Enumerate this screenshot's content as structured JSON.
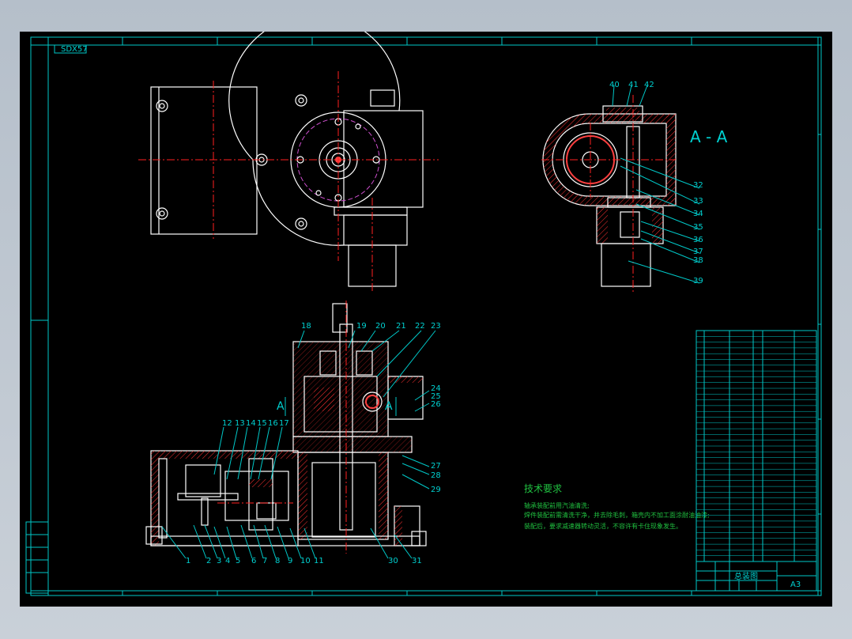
{
  "drawing": {
    "section_label": "A - A",
    "section_mark_left": "A",
    "section_mark_right": "A",
    "tech_title": "技术要求",
    "tech_lines": [
      "轴承装配前用汽油清洗;",
      "焊件装配前需清洗干净，并去除毛刺，箱壳内不加工面涂耐油油漆;",
      "装配后，要求减速器转动灵活，不容许有卡住现象发生。"
    ],
    "part_numbers_right": [
      "32",
      "33",
      "34",
      "35",
      "36",
      "37",
      "38",
      "39"
    ],
    "part_numbers_top_right": [
      "40",
      "41",
      "42"
    ],
    "part_numbers_bottom": [
      "1",
      "2",
      "3",
      "4",
      "5",
      "6",
      "7",
      "8",
      "9",
      "10",
      "11",
      "30",
      "31"
    ],
    "part_numbers_section_top": [
      "18",
      "19",
      "20",
      "21",
      "22",
      "23"
    ],
    "part_numbers_section_left": [
      "12",
      "13",
      "14",
      "15",
      "16",
      "17"
    ],
    "part_numbers_section_side": [
      "24",
      "25",
      "26",
      "27",
      "28",
      "29"
    ],
    "corner_tag": "SDX57",
    "title_block_name": "总装图",
    "title_block_code": "A3"
  }
}
